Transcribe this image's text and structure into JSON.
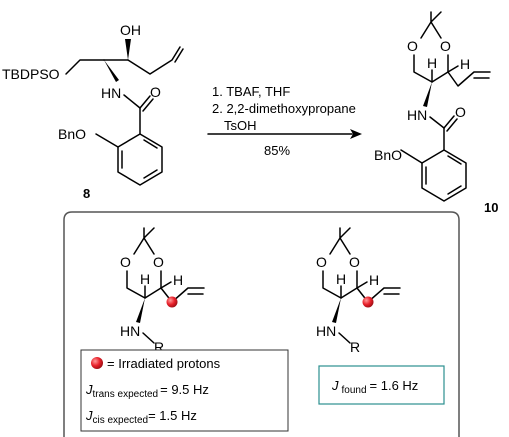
{
  "reaction": {
    "starting_material": {
      "compound_number": "8",
      "labels": {
        "protecting_group": "TBDPSO",
        "hydroxyl": "OH",
        "amide_nh": "HN",
        "amide_o": "O",
        "benzyloxy": "BnO"
      }
    },
    "conditions": {
      "step1": "1. TBAF, THF",
      "step2": "2. 2,2-dimethoxypropane",
      "catalyst": "TsOH",
      "yield": "85%"
    },
    "product": {
      "compound_number": "10",
      "labels": {
        "ring_o1": "O",
        "ring_o2": "O",
        "h1": "H",
        "h2": "H",
        "amide_nh": "HN",
        "amide_o": "O",
        "benzyloxy": "BnO"
      }
    }
  },
  "analysis_box": {
    "model_labels": {
      "o": "O",
      "h": "H",
      "nh": "HN",
      "r": "R"
    },
    "legend": {
      "irradiated_text": "= Irradiated protons",
      "j_symbol": "J",
      "trans_subscript": "trans expected",
      "trans_value": "= 9.5 Hz",
      "cis_subscript": "cis expected",
      "cis_value": "= 1.5 Hz"
    },
    "found": {
      "j_symbol": "J",
      "subscript": "found",
      "value": "= 1.6 Hz"
    },
    "colors": {
      "irradiated_marker": "#e8202a",
      "found_box_border": "#2b8f8f"
    }
  }
}
